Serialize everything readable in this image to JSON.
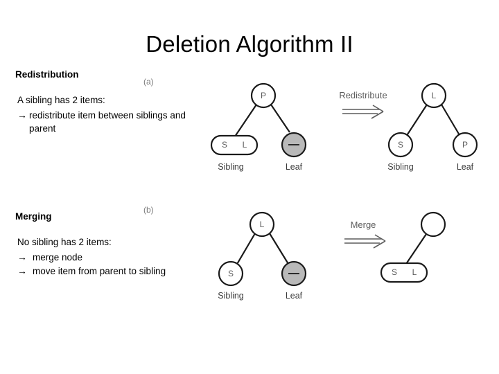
{
  "slide": {
    "title": "Deletion Algorithm II",
    "background_color": "#ffffff",
    "text_color": "#000000"
  },
  "sections": [
    {
      "id": "redistribution",
      "heading": "Redistribution",
      "lead": "A sibling has 2 items:",
      "bullets": [
        {
          "arrow": "→",
          "text": "redistribute item between siblings and parent"
        }
      ]
    },
    {
      "id": "merging",
      "heading": "Merging",
      "lead": "No sibling has 2 items:",
      "bullets": [
        {
          "arrow": "→",
          "text": "merge node"
        },
        {
          "arrow": "→",
          "text": "move item from parent to sibling"
        }
      ]
    }
  ],
  "figures": [
    {
      "tag": "(a)",
      "operation": "Redistribute",
      "arrow_glyph": "⟹",
      "before": {
        "root": "P",
        "left": {
          "labels": "S  L",
          "caption": "Sibling",
          "shape": "stadium",
          "fill": "white"
        },
        "right": {
          "labels": "–",
          "caption": "Leaf",
          "shape": "circle",
          "fill": "gray"
        }
      },
      "after": {
        "root": "L",
        "left": {
          "labels": "S",
          "caption": "Sibling",
          "shape": "circle",
          "fill": "white"
        },
        "right": {
          "labels": "P",
          "caption": "Leaf",
          "shape": "circle",
          "fill": "white"
        }
      }
    },
    {
      "tag": "(b)",
      "operation": "Merge",
      "arrow_glyph": "⟹",
      "before": {
        "root": "L",
        "left": {
          "labels": "S",
          "caption": "Sibling",
          "shape": "circle",
          "fill": "white"
        },
        "right": {
          "labels": "–",
          "caption": "Leaf",
          "shape": "circle",
          "fill": "gray"
        }
      },
      "after": {
        "root": "",
        "left": {
          "labels": "S  L",
          "caption": "",
          "shape": "stadium",
          "fill": "white"
        },
        "right": null
      }
    }
  ],
  "node_labels": {
    "fig_a_before_root": "P",
    "fig_a_before_sibling_s": "S",
    "fig_a_before_sibling_l": "L",
    "fig_a_before_sibling_caption": "Sibling",
    "fig_a_before_leaf_caption": "Leaf",
    "fig_a_after_root": "L",
    "fig_a_after_sibling": "S",
    "fig_a_after_leaf": "P",
    "fig_a_after_sibling_caption": "Sibling",
    "fig_a_after_leaf_caption": "Leaf",
    "fig_b_before_root": "L",
    "fig_b_before_sibling": "S",
    "fig_b_before_sibling_caption": "Sibling",
    "fig_b_before_leaf_caption": "Leaf",
    "fig_b_after_node_s": "S",
    "fig_b_after_node_l": "L"
  },
  "operations": {
    "redistribute_label": "Redistribute",
    "merge_label": "Merge"
  },
  "colors": {
    "node_fill_white": "#ffffff",
    "node_fill_gray": "#b9b9b9",
    "stroke": "#1a1a1a",
    "caption": "#3b3b3b",
    "figure_tag": "#7b7b7b"
  }
}
